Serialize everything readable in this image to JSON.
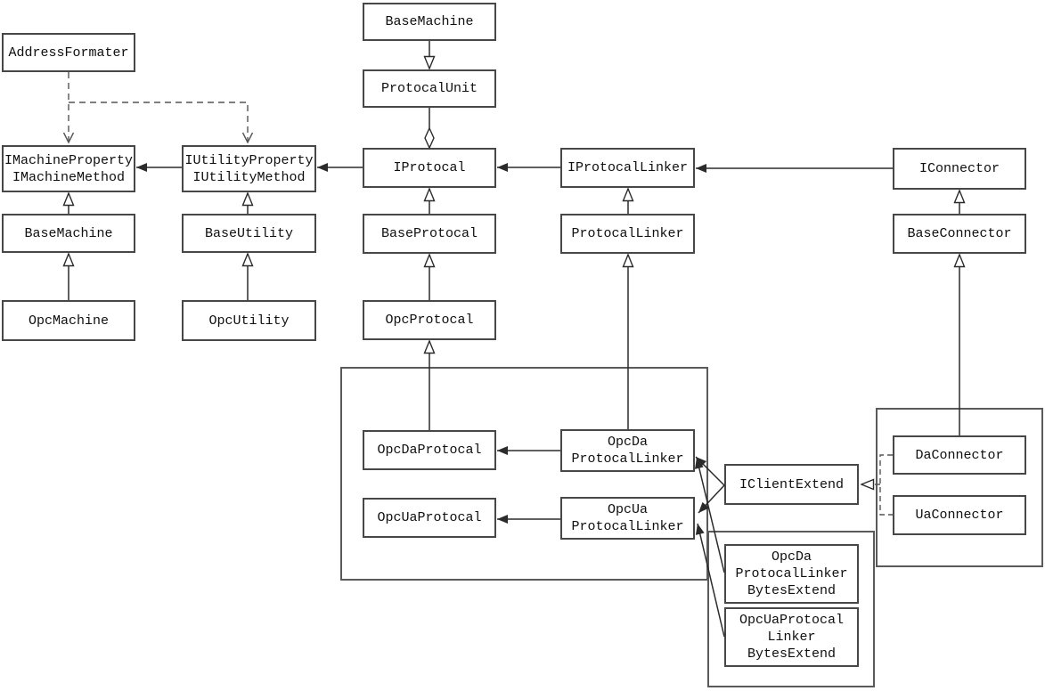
{
  "diagram": {
    "kind": "uml-class-diagram",
    "background_color": "#ffffff",
    "box_fill_color": "#ffffff",
    "box_border_color": "#474747",
    "group_border_color": "#5a5a5a",
    "solid_line_color": "#2b2b2b",
    "dashed_line_color": "#555555",
    "text_color": "#0f0f0f"
  },
  "boxes": {
    "address_formater": {
      "lines": [
        "AddressFormater"
      ]
    },
    "imachine_property": {
      "lines": [
        "IMachineProperty",
        "IMachineMethod"
      ]
    },
    "iutility_property": {
      "lines": [
        "IUtilityProperty",
        "IUtilityMethod"
      ]
    },
    "base_machine_top": {
      "lines": [
        "BaseMachine"
      ]
    },
    "protocal_unit": {
      "lines": [
        "ProtocalUnit"
      ]
    },
    "iprotocal": {
      "lines": [
        "IProtocal"
      ]
    },
    "iprotocal_linker": {
      "lines": [
        "IProtocalLinker"
      ]
    },
    "iconnector": {
      "lines": [
        "IConnector"
      ]
    },
    "base_machine": {
      "lines": [
        "BaseMachine"
      ]
    },
    "base_utility": {
      "lines": [
        "BaseUtility"
      ]
    },
    "base_protocal": {
      "lines": [
        "BaseProtocal"
      ]
    },
    "protocal_linker": {
      "lines": [
        "ProtocalLinker"
      ]
    },
    "base_connector": {
      "lines": [
        "BaseConnector"
      ]
    },
    "opc_machine": {
      "lines": [
        "OpcMachine"
      ]
    },
    "opc_utility": {
      "lines": [
        "OpcUtility"
      ]
    },
    "opc_protocal": {
      "lines": [
        "OpcProtocal"
      ]
    },
    "opc_da_protocal": {
      "lines": [
        "OpcDaProtocal"
      ]
    },
    "opc_da_protocal_linker": {
      "lines": [
        "OpcDa",
        "ProtocalLinker"
      ]
    },
    "opc_ua_protocal": {
      "lines": [
        "OpcUaProtocal"
      ]
    },
    "opc_ua_protocal_linker": {
      "lines": [
        "OpcUa",
        "ProtocalLinker"
      ]
    },
    "iclient_extend": {
      "lines": [
        "IClientExtend"
      ]
    },
    "da_connector": {
      "lines": [
        "DaConnector"
      ]
    },
    "ua_connector": {
      "lines": [
        "UaConnector"
      ]
    },
    "opc_da_linker_bytes_extend": {
      "lines": [
        "OpcDa",
        "ProtocalLinker",
        "BytesExtend"
      ]
    },
    "opc_ua_linker_bytes_extend": {
      "lines": [
        "OpcUaProtocal",
        "Linker",
        "BytesExtend"
      ]
    }
  },
  "relations": [
    {
      "from": "BaseMachine (top)",
      "to": "ProtocalUnit",
      "type": "generalization"
    },
    {
      "from": "ProtocalUnit",
      "to": "IProtocal",
      "type": "aggregation"
    },
    {
      "from": "IProtocal",
      "to": "IUtilityProperty/IUtilityMethod",
      "type": "association"
    },
    {
      "from": "IUtilityProperty/IUtilityMethod",
      "to": "IMachineProperty/IMachineMethod",
      "type": "association"
    },
    {
      "from": "IProtocalLinker",
      "to": "IProtocal",
      "type": "association"
    },
    {
      "from": "IConnector",
      "to": "IProtocalLinker",
      "type": "association"
    },
    {
      "from": "AddressFormater",
      "to": "IMachineProperty/IMachineMethod",
      "type": "dependency"
    },
    {
      "from": "AddressFormater",
      "to": "IUtilityProperty/IUtilityMethod",
      "type": "dependency"
    },
    {
      "from": "BaseMachine",
      "to": "IMachineProperty/IMachineMethod",
      "type": "generalization"
    },
    {
      "from": "OpcMachine",
      "to": "BaseMachine",
      "type": "generalization"
    },
    {
      "from": "BaseUtility",
      "to": "IUtilityProperty/IUtilityMethod",
      "type": "generalization"
    },
    {
      "from": "OpcUtility",
      "to": "BaseUtility",
      "type": "generalization"
    },
    {
      "from": "BaseProtocal",
      "to": "IProtocal",
      "type": "generalization"
    },
    {
      "from": "OpcProtocal",
      "to": "BaseProtocal",
      "type": "generalization"
    },
    {
      "from": "OpcDaProtocal",
      "to": "OpcProtocal",
      "type": "generalization"
    },
    {
      "from": "ProtocalLinker",
      "to": "IProtocalLinker",
      "type": "generalization"
    },
    {
      "from": "OpcDaProtocalLinker",
      "to": "ProtocalLinker",
      "type": "generalization"
    },
    {
      "from": "OpcDaProtocalLinker",
      "to": "OpcDaProtocal",
      "type": "association"
    },
    {
      "from": "OpcUaProtocalLinker",
      "to": "OpcUaProtocal",
      "type": "association"
    },
    {
      "from": "BaseConnector",
      "to": "IConnector",
      "type": "generalization"
    },
    {
      "from": "DaConnector",
      "to": "BaseConnector",
      "type": "generalization"
    },
    {
      "from": "IClientExtend",
      "to": "OpcDaProtocalLinker",
      "type": "association"
    },
    {
      "from": "IClientExtend",
      "to": "OpcUaProtocalLinker",
      "type": "association"
    },
    {
      "from": "OpcDaProtocalLinkerBytesExtend",
      "to": "OpcDaProtocalLinker",
      "type": "association"
    },
    {
      "from": "OpcUaProtocalLinkerBytesExtend",
      "to": "OpcUaProtocalLinker",
      "type": "association"
    },
    {
      "from": "DaConnector",
      "to": "IClientExtend",
      "type": "realization"
    },
    {
      "from": "UaConnector",
      "to": "IClientExtend",
      "type": "realization"
    }
  ]
}
